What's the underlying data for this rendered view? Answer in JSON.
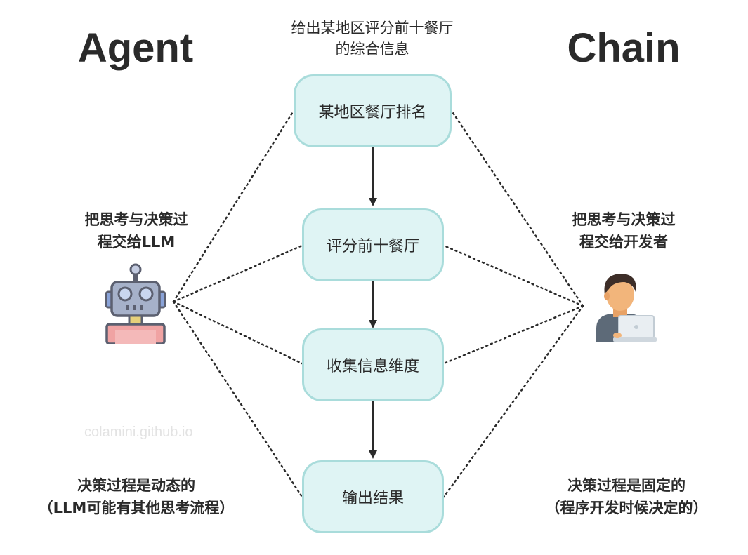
{
  "headings": {
    "agent": "Agent",
    "chain": "Chain"
  },
  "goal": {
    "line1": "给出某地区评分前十餐厅",
    "line2": "的综合信息"
  },
  "steps": [
    {
      "label": "某地区餐厅排名"
    },
    {
      "label": "评分前十餐厅"
    },
    {
      "label": "收集信息维度"
    },
    {
      "label": "输出结果"
    }
  ],
  "agent": {
    "desc_line1": "把思考与决策过",
    "desc_line2": "程交给LLM",
    "process_line1": "决策过程是动态的",
    "process_line2": "（LLM可能有其他思考流程）",
    "icon": "robot-icon"
  },
  "chain": {
    "desc_line1": "把思考与决策过",
    "desc_line2": "程交给开发者",
    "process_line1": "决策过程是固定的",
    "process_line2": "（程序开发时候决定的）",
    "icon": "developer-icon"
  },
  "watermark": "colamini.github.io",
  "colors": {
    "node_fill": "#dff4f4",
    "node_border": "#a9dcdb",
    "text": "#2a2a2a"
  }
}
